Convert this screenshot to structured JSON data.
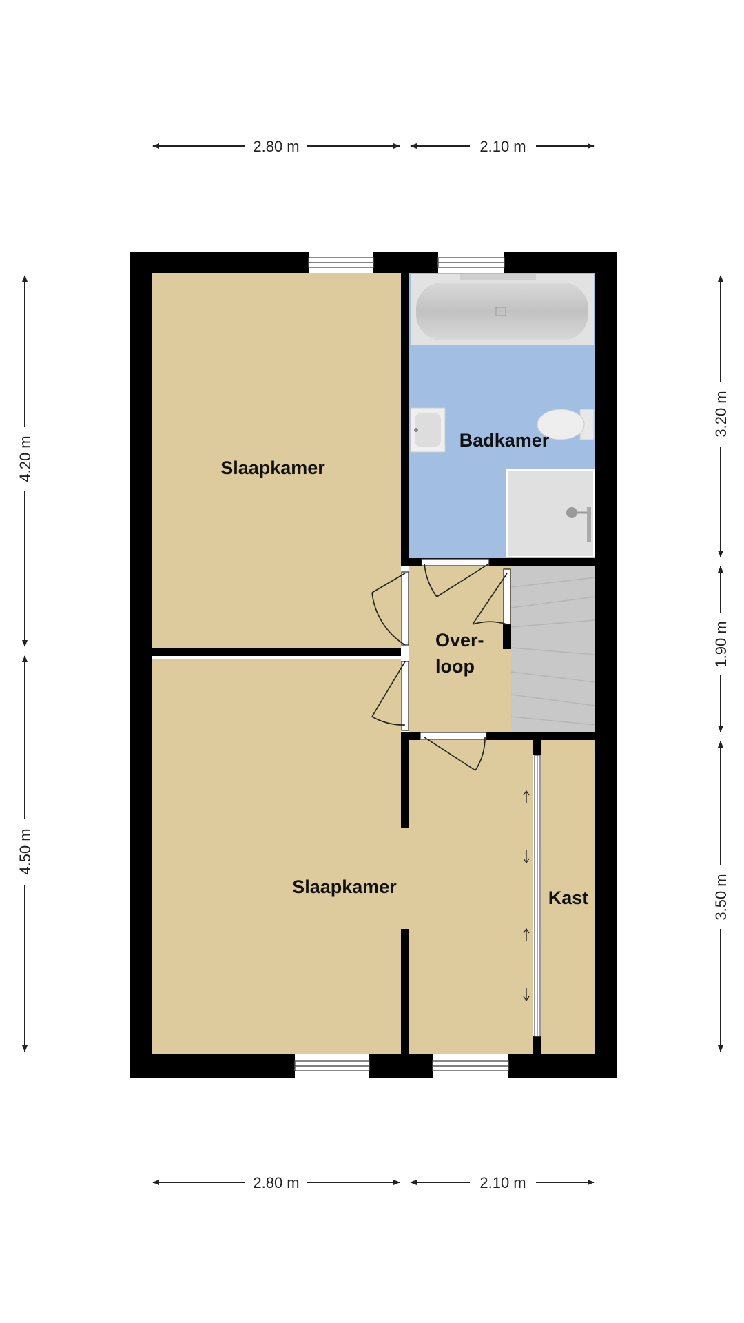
{
  "rooms": {
    "bedroom_top": "Slaapkamer",
    "bathroom": "Badkamer",
    "landing_line1": "Over-",
    "landing_line2": "loop",
    "bedroom_bottom": "Slaapkamer",
    "closet": "Kast"
  },
  "dimensions": {
    "top_left": "2.80 m",
    "top_right": "2.10 m",
    "bottom_left": "2.80 m",
    "bottom_right": "2.10 m",
    "left_upper": "4.20 m",
    "left_lower": "4.50 m",
    "right_upper": "3.20 m",
    "right_middle": "1.90 m",
    "right_lower": "3.50 m"
  },
  "colors": {
    "wall": "#000000",
    "bedroom_floor": "#ddcb9e",
    "bathroom_floor": "#a2bee3",
    "stairs": "#c8c8c8",
    "fixtures": "#e4e4e4"
  },
  "icons": [
    "bathtub-icon",
    "sink-icon",
    "toilet-icon",
    "shower-icon",
    "stairs-icon",
    "sliding-door-arrow-icon"
  ]
}
